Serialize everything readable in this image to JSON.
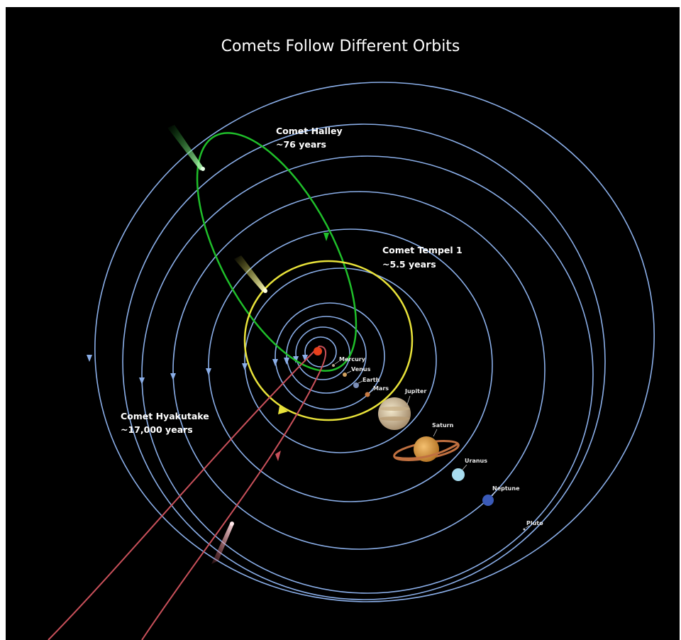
{
  "title": "Comets Follow Different Orbits",
  "comets": {
    "halley": {
      "name": "Comet Halley",
      "period": "~76 years",
      "color": "#1fbf2a"
    },
    "tempel": {
      "name": "Comet Tempel 1",
      "period": "~5.5 years",
      "color": "#e8e23a"
    },
    "hyakutake": {
      "name": "Comet Hyakutake",
      "period": "~17,000 years",
      "color": "#c8505a"
    }
  },
  "planets": [
    {
      "name": "Mercury",
      "color": "#b9a58a"
    },
    {
      "name": "Venus",
      "color": "#d0a060"
    },
    {
      "name": "Earth",
      "color": "#7c8fb8"
    },
    {
      "name": "Mars",
      "color": "#c87a42"
    },
    {
      "name": "Jupiter",
      "color": "#d8c8a0"
    },
    {
      "name": "Saturn",
      "color": "#e0a050"
    },
    {
      "name": "Uranus",
      "color": "#a8dcef"
    },
    {
      "name": "Neptune",
      "color": "#3a5ab8"
    },
    {
      "name": "Pluto",
      "color": "#cccccc"
    }
  ],
  "sun": {
    "color": "#e8401c"
  },
  "orbit_color": "#8aaee8",
  "background": "#000000"
}
